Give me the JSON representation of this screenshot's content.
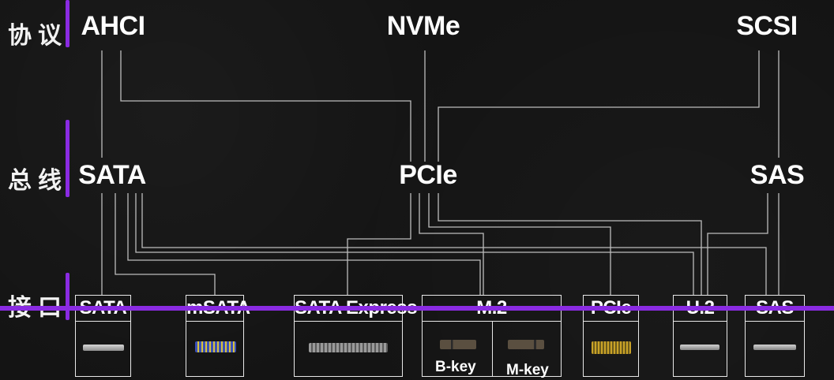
{
  "row_labels": {
    "protocol": "协议",
    "bus": "总线",
    "interface": "接口"
  },
  "protocols": {
    "ahci": "AHCI",
    "nvme": "NVMe",
    "scsi": "SCSI"
  },
  "buses": {
    "sata": "SATA",
    "pcie": "PCIe",
    "sas": "SAS"
  },
  "interfaces": {
    "sata": "SATA",
    "msata": "mSATA",
    "sata_express": "SATA Express",
    "m2": "M.2",
    "m2_bkey": "B-key",
    "m2_mkey": "M-key",
    "pcie": "PCIe",
    "u2": "U.2",
    "sas": "SAS"
  },
  "colors": {
    "accent": "#8a2be2",
    "line": "#bfbfbf",
    "background": "#141414"
  }
}
